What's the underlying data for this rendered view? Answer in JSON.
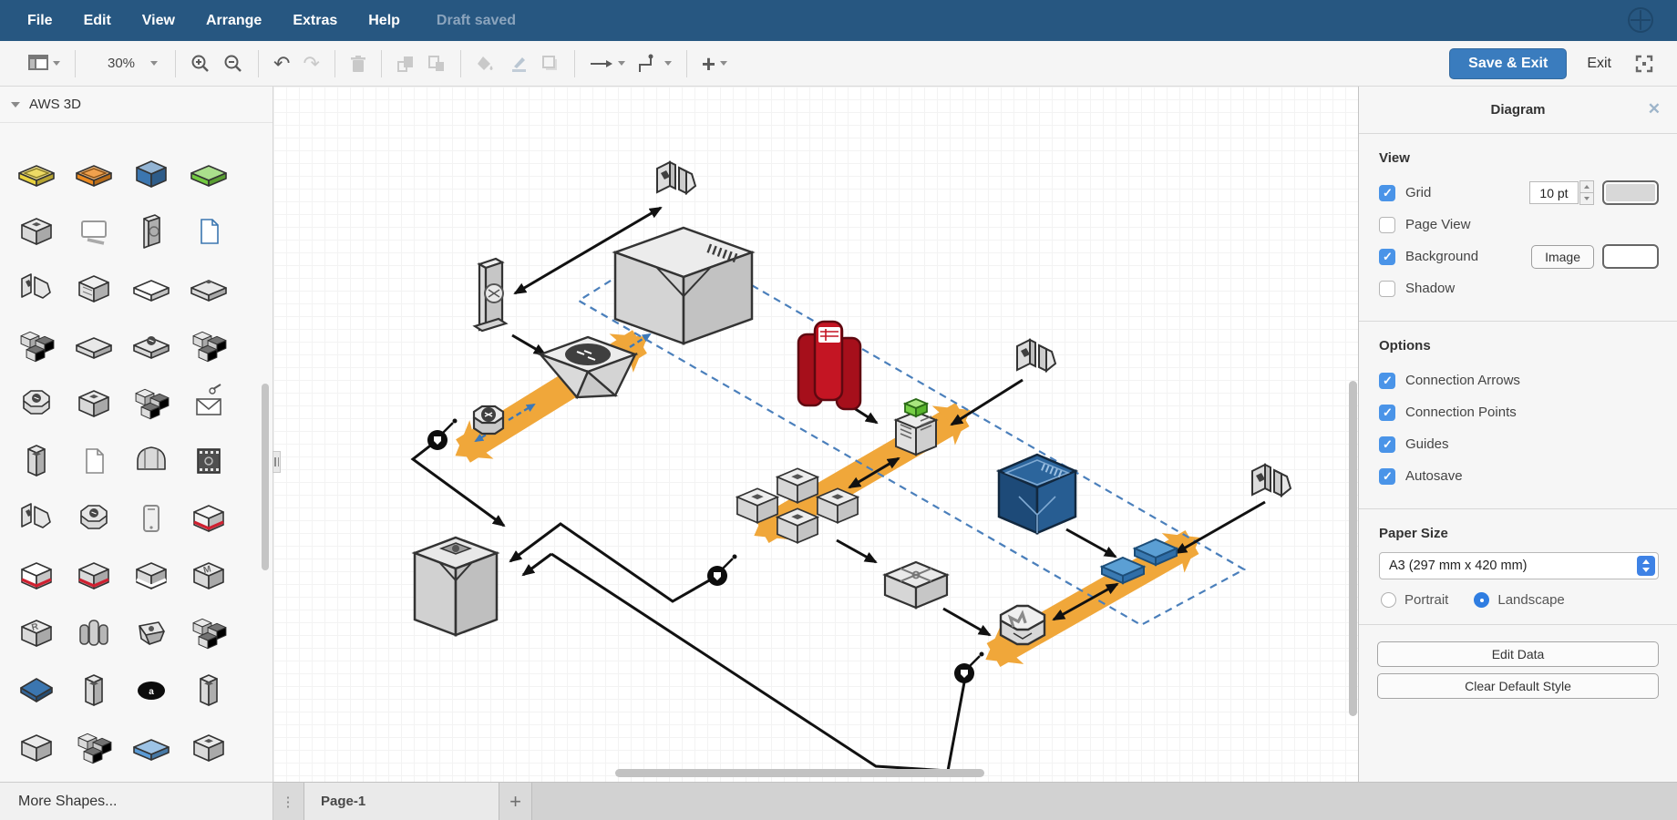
{
  "menu": {
    "items": [
      "File",
      "Edit",
      "View",
      "Arrange",
      "Extras",
      "Help"
    ],
    "status": "Draft saved"
  },
  "toolbar": {
    "zoom_level": "30%",
    "save_exit_label": "Save & Exit",
    "exit_label": "Exit",
    "icons": [
      "layout-icon",
      "zoom-in-icon",
      "zoom-out-icon",
      "undo-icon",
      "redo-icon",
      "delete-icon",
      "to-front-icon",
      "to-back-icon",
      "fill-color-icon",
      "line-color-icon",
      "shadow-icon",
      "connection-arrow-icon",
      "waypoints-icon",
      "insert-icon",
      "fullscreen-icon"
    ]
  },
  "sidebar": {
    "section_title": "AWS 3D",
    "more_shapes_label": "More Shapes...",
    "palette": [
      [
        {
          "n": "vpc-tray",
          "s": "tray",
          "f": "#e9d23f"
        },
        {
          "n": "route-table-tray",
          "s": "tray",
          "f": "#ec8a20"
        },
        {
          "n": "s3-cube",
          "s": "cube",
          "f": "#3b76b0"
        },
        {
          "n": "emr-slab",
          "s": "slab",
          "f": "#72ca40"
        }
      ],
      [
        {
          "n": "generic-cube",
          "s": "cube",
          "f": "#d9d9d9",
          "g": "dot"
        },
        {
          "n": "monitor",
          "s": "monitor"
        },
        {
          "n": "tower-server",
          "s": "tower",
          "f": "#d9d9d9"
        },
        {
          "n": "document-blue",
          "s": "doc",
          "f": "#3b76b0"
        }
      ],
      [
        {
          "n": "split-arrow",
          "s": "split",
          "f": "#d9d9d9"
        },
        {
          "n": "instance-cube",
          "s": "cube",
          "f": "#e2e2e2",
          "g": "lines"
        },
        {
          "n": "flat-box",
          "s": "slab",
          "f": "#fafafa"
        },
        {
          "n": "workflow-slab",
          "s": "slab",
          "f": "#d9d9d9",
          "g": "dot"
        }
      ],
      [
        {
          "n": "x-cube",
          "s": "multicube",
          "f": "#d9d9d9"
        },
        {
          "n": "thin-slab",
          "s": "slab",
          "f": "#d9d9d9"
        },
        {
          "n": "gear-slab",
          "s": "slab",
          "f": "#d9d9d9",
          "g": "circle"
        },
        {
          "n": "puzzle-slab",
          "s": "multicube",
          "f": "#d9d9d9"
        }
      ],
      [
        {
          "n": "globe-octagon",
          "s": "octagon",
          "f": "#d9d9d9",
          "g": "circle"
        },
        {
          "n": "hex-cube",
          "s": "cube",
          "f": "#d9d9d9",
          "g": "dot"
        },
        {
          "n": "quad-cubes",
          "s": "multicube",
          "f": "#d9d9d9"
        },
        {
          "n": "envelope",
          "s": "envelope"
        }
      ],
      [
        {
          "n": "canister",
          "s": "pillar",
          "f": "#d9d9d9",
          "g": "dot"
        },
        {
          "n": "page",
          "s": "doc",
          "f": "#888888"
        },
        {
          "n": "dome",
          "s": "dome",
          "f": "#d9d9d9"
        },
        {
          "n": "film-frame",
          "s": "film",
          "f": "#4f4f4f"
        }
      ],
      [
        {
          "n": "split-arrow-2",
          "s": "split",
          "f": "#d9d9d9"
        },
        {
          "n": "bolt-octagon",
          "s": "octagon",
          "f": "#d9d9d9",
          "g": "circle"
        },
        {
          "n": "mobile-phone",
          "s": "phone"
        },
        {
          "n": "cube-red-stripe",
          "s": "cube",
          "f": "#f2f2f2",
          "a": "stripe-red"
        }
      ],
      [
        {
          "n": "cube-red-stripe-2",
          "s": "cube",
          "f": "#ffffff",
          "a": "stripe-red"
        },
        {
          "n": "cube-red-stripe-3",
          "s": "cube",
          "f": "#d9d9d9",
          "a": "stripe-red"
        },
        {
          "n": "cube-white-stripe",
          "s": "cube",
          "f": "#d9d9d9",
          "a": "stripe-white"
        },
        {
          "n": "cube-letter-m",
          "s": "cube",
          "f": "#d9d9d9",
          "t": "M"
        }
      ],
      [
        {
          "n": "cube-letter-r",
          "s": "cube",
          "f": "#d9d9d9",
          "t": "R"
        },
        {
          "n": "grouped-cylinders",
          "s": "cylinders",
          "f": "#cfcfcf"
        },
        {
          "n": "leaf-prism",
          "s": "prism",
          "f": "#d9d9d9"
        },
        {
          "n": "grid-cube",
          "s": "multicube",
          "f": "#d9d9d9"
        }
      ],
      [
        {
          "n": "diamond-blue",
          "s": "diamond",
          "f": "#3b76b0"
        },
        {
          "n": "pillar",
          "s": "pillar",
          "f": "#d9d9d9",
          "g": "dot"
        },
        {
          "n": "oval-black",
          "s": "oval",
          "t": "a"
        },
        {
          "n": "pillar-2",
          "s": "pillar",
          "f": "#d9d9d9",
          "g": "dot"
        }
      ],
      [
        {
          "n": "round-cube",
          "s": "cube",
          "f": "#d9d9d9"
        },
        {
          "n": "striped-cube",
          "s": "multicube",
          "f": "#d9d9d9"
        },
        {
          "n": "slab-blue",
          "s": "slab",
          "f": "#5b9bd5"
        },
        {
          "n": "small-cube",
          "s": "cube",
          "f": "#d9d9d9",
          "g": "dot"
        }
      ]
    ]
  },
  "footer": {
    "page_tab": "Page-1",
    "add_label": "+",
    "handle_label": "⋮"
  },
  "panel": {
    "title": "Diagram",
    "close_label": "✕",
    "view": {
      "heading": "View",
      "grid": {
        "label": "Grid",
        "checked": true,
        "size_value": "10 pt",
        "color": "#d8d8d8"
      },
      "page_view": {
        "label": "Page View",
        "checked": false
      },
      "background": {
        "label": "Background",
        "checked": true,
        "button_label": "Image",
        "color": "#ffffff"
      },
      "shadow": {
        "label": "Shadow",
        "checked": false
      }
    },
    "options": {
      "heading": "Options",
      "items": [
        {
          "label": "Connection Arrows",
          "checked": true
        },
        {
          "label": "Connection Points",
          "checked": true
        },
        {
          "label": "Guides",
          "checked": true
        },
        {
          "label": "Autosave",
          "checked": true
        }
      ]
    },
    "paper": {
      "heading": "Paper Size",
      "size_value": "A3 (297 mm x 420 mm)",
      "portrait": {
        "label": "Portrait",
        "checked": false
      },
      "landscape": {
        "label": "Landscape",
        "checked": true
      }
    },
    "actions": [
      "Edit Data",
      "Clear Default Style"
    ]
  },
  "colors": {
    "menubar": "#275781",
    "accent_blue": "#3a7cbe",
    "checkbox_blue": "#4a94e8",
    "flow_orange": "#f0a73a",
    "vpc_dashed_blue": "#4a7fbb",
    "node_red": "#c41523",
    "node_navy": "#2c659c"
  }
}
